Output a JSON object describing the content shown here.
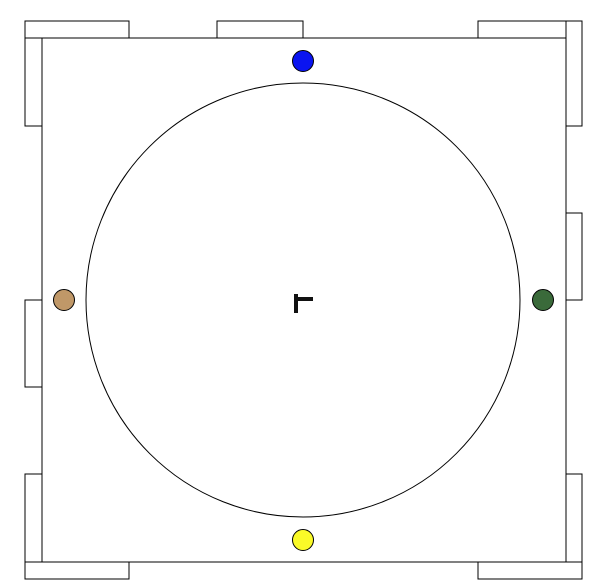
{
  "colors": {
    "background": "#ffffff",
    "stroke": "#000000",
    "piece_top": "#0a14f0",
    "piece_right": "#3a6a3a",
    "piece_bottom": "#fafa28",
    "piece_left": "#c09868",
    "center_marker": "#111111"
  },
  "board": {
    "shape": "square",
    "inner_circle": true,
    "center_marker_icon": "rotated-t-icon"
  },
  "pieces": [
    {
      "id": "top",
      "color_key": "piece_top"
    },
    {
      "id": "right",
      "color_key": "piece_right"
    },
    {
      "id": "bottom",
      "color_key": "piece_bottom"
    },
    {
      "id": "left",
      "color_key": "piece_left"
    }
  ]
}
